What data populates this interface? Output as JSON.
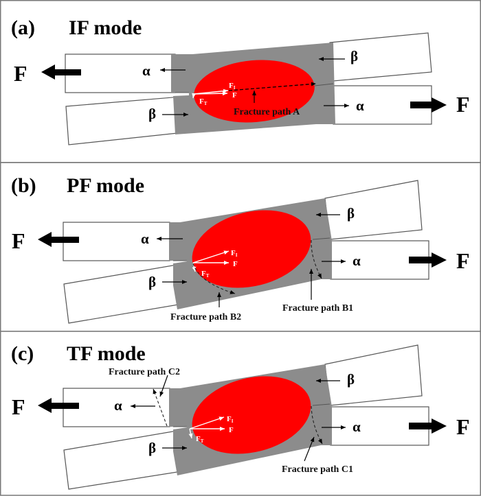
{
  "figure": {
    "panels": [
      {
        "id": "a",
        "tag": "(a)",
        "title": "IF mode",
        "force_left": "F",
        "force_right": "F",
        "alpha": "α",
        "beta": "β",
        "vectors": {
          "F1": "F",
          "F1_sub": "I",
          "F": "F",
          "FT": "F",
          "FT_sub": "T"
        },
        "fracture_paths": [
          "Fracture path A"
        ]
      },
      {
        "id": "b",
        "tag": "(b)",
        "title": "PF mode",
        "force_left": "F",
        "force_right": "F",
        "alpha": "α",
        "beta": "β",
        "vectors": {
          "F1": "F",
          "F1_sub": "I",
          "F": "F",
          "FT": "F",
          "FT_sub": "T"
        },
        "fracture_paths": [
          "Fracture path B2",
          "Fracture path B1"
        ]
      },
      {
        "id": "c",
        "tag": "(c)",
        "title": "TF mode",
        "force_left": "F",
        "force_right": "F",
        "alpha": "α",
        "beta": "β",
        "vectors": {
          "F1": "F",
          "F1_sub": "I",
          "F": "F",
          "FT": "F",
          "FT_sub": "T"
        },
        "fracture_paths": [
          "Fracture path C2",
          "Fracture path C1"
        ]
      }
    ],
    "colors": {
      "nugget": "#ff0000",
      "weld_zone": "#8c8c8c",
      "plate": "#ffffff",
      "outline": "#555555"
    }
  }
}
